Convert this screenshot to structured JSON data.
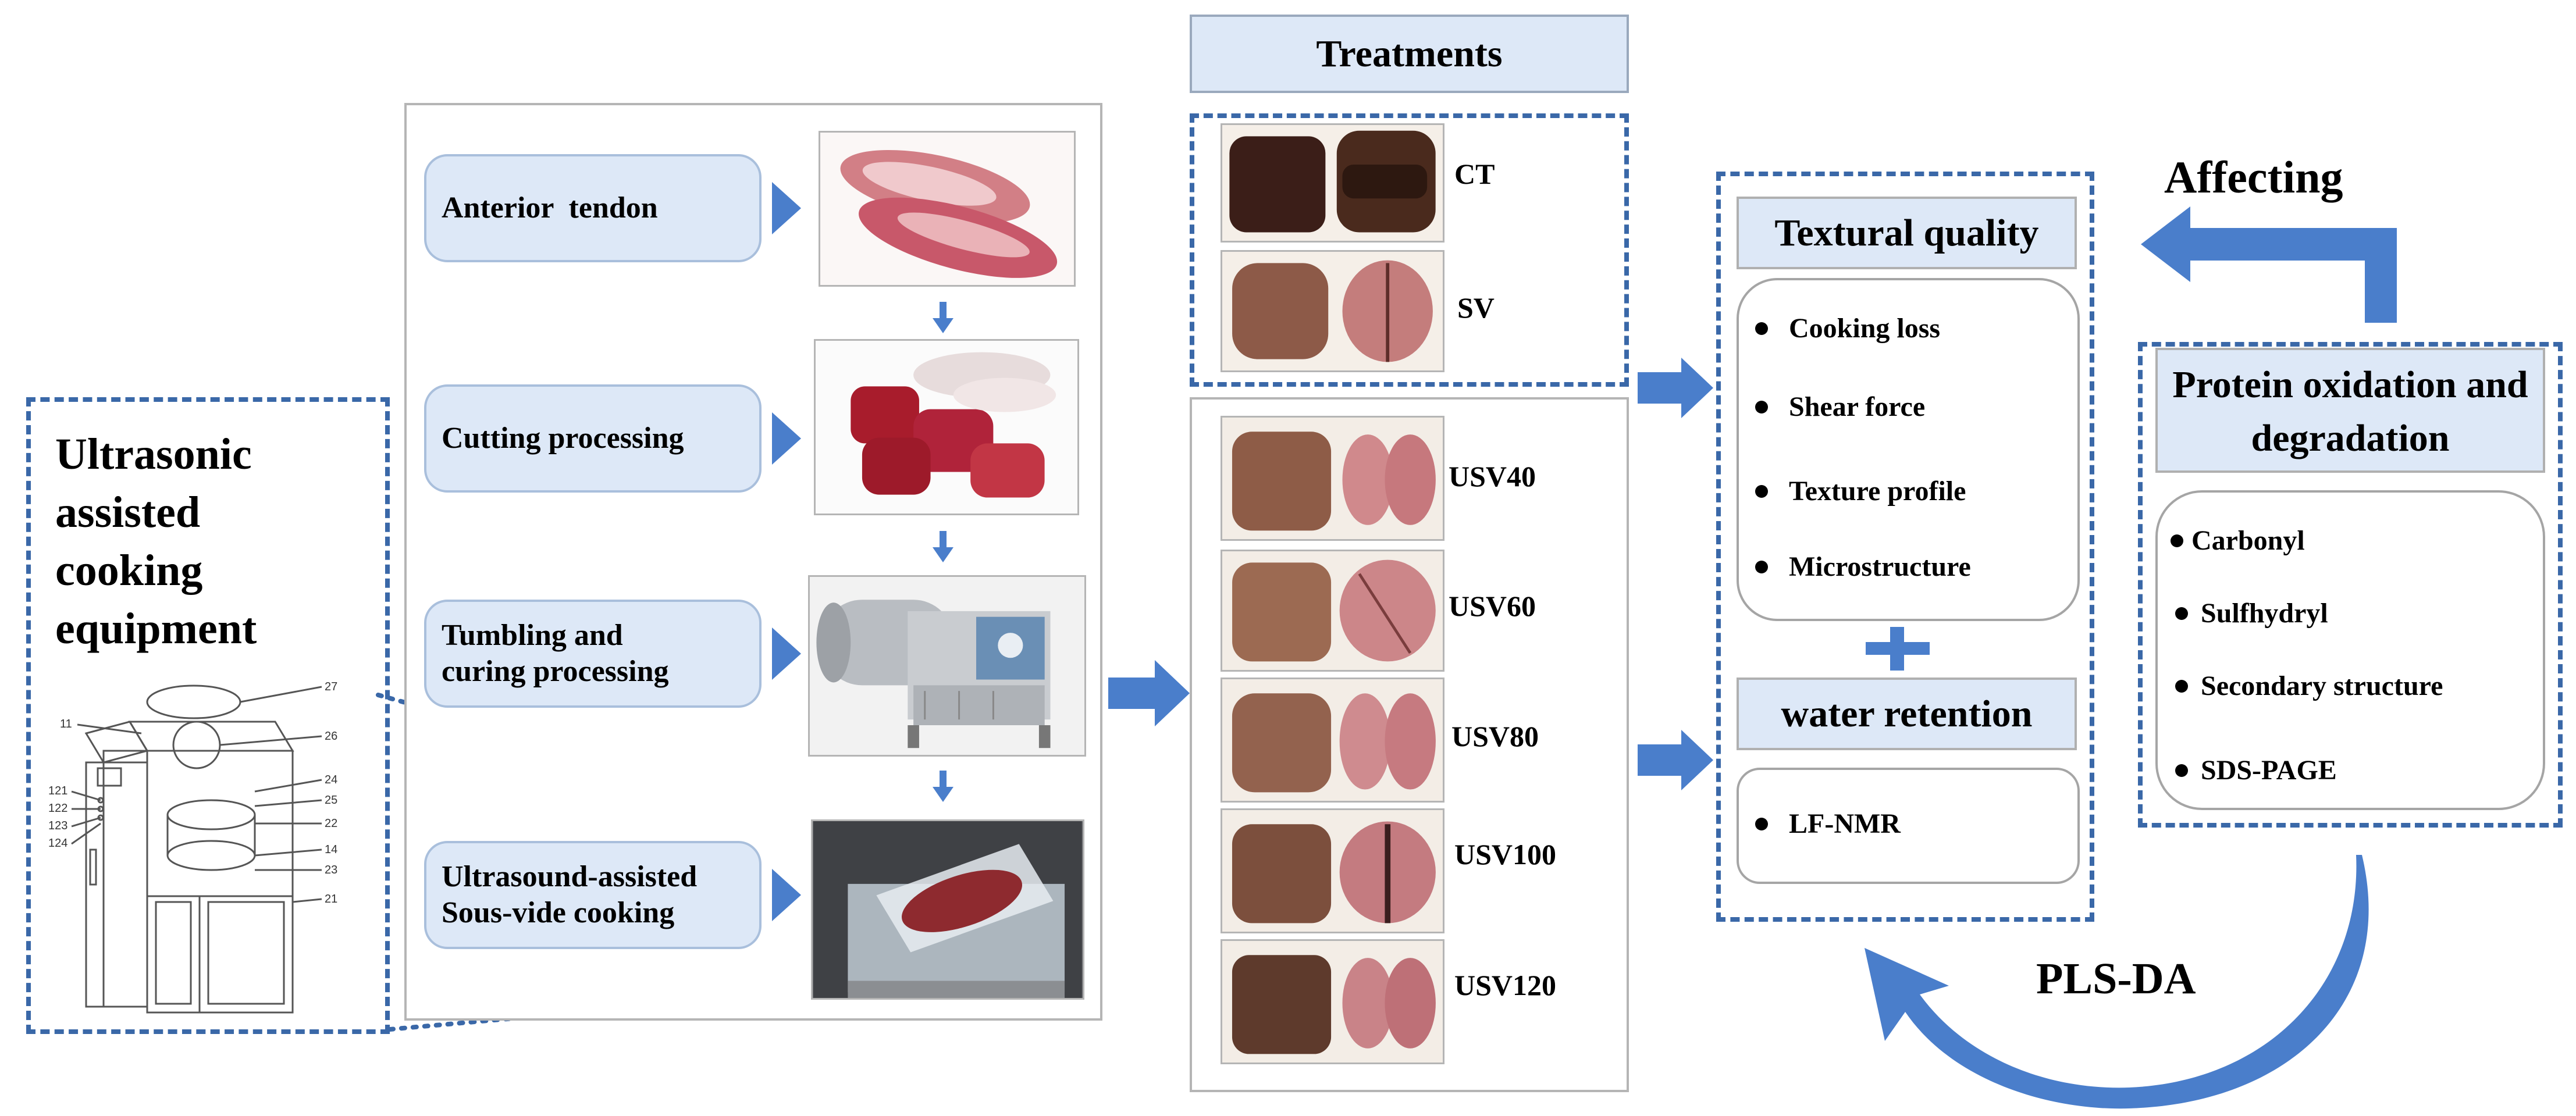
{
  "equipment": {
    "title": "Ultrasonic assisted cooking equipment",
    "part_numbers": [
      "27",
      "11",
      "26",
      "121",
      "122",
      "123",
      "124",
      "24",
      "25",
      "22",
      "14",
      "23",
      "21"
    ]
  },
  "process_steps": [
    {
      "label": "Anterior  tendon"
    },
    {
      "label": "Cutting processing"
    },
    {
      "label": "Tumbling and curing processing"
    },
    {
      "label": "Ultrasound-assisted Sous-vide cooking"
    }
  ],
  "treatments": {
    "title": "Treatments",
    "groups": [
      {
        "labels": [
          "CT",
          "SV"
        ]
      },
      {
        "labels": [
          "USV40",
          "USV60",
          "USV80",
          "USV100",
          "USV120"
        ]
      }
    ]
  },
  "textural_quality": {
    "title": "Textural quality",
    "items": [
      "Cooking loss",
      "Shear force",
      "Texture profile",
      "Microstructure"
    ]
  },
  "plus_icon": "plus-icon",
  "water_retention": {
    "title": "water retention",
    "items": [
      "LF-NMR"
    ]
  },
  "protein": {
    "title": "Protein oxidation and degradation",
    "items": [
      "Carbonyl",
      "Sulfhydryl",
      "Secondary structure",
      "SDS-PAGE"
    ]
  },
  "affecting_label": "Affecting",
  "plsda_label": "PLS-DA",
  "colors": {
    "accent_blue": "#4a7ecb",
    "dashed_border": "#3a68a8",
    "label_fill": "#dde8f7"
  }
}
